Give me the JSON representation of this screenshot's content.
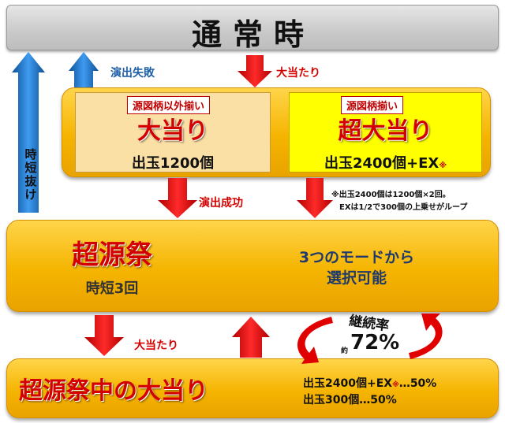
{
  "top": {
    "title": "通常時"
  },
  "labels": {
    "fail": "演出失敗",
    "hit_top": "大当たり",
    "success": "演出成功",
    "hit_bottom": "大当たり",
    "vertical": [
      "時",
      "短",
      "抜",
      "け"
    ]
  },
  "normal_jackpot": {
    "tag": "源図柄以外揃い",
    "title": "大当り",
    "payout": "出玉1200個"
  },
  "super_jackpot": {
    "tag": "源図柄揃い",
    "title": "超大当り",
    "payout": "出玉2400個+EX",
    "ref_mark": "※"
  },
  "note": {
    "line1": "※出玉2400個は1200個×2回。",
    "line2": "EXは1/2で300個の上乗せがループ"
  },
  "festival": {
    "title": "超源祭",
    "subtitle": "時短3回",
    "mode_line1": "3つのモードから",
    "mode_line2": "選択可能"
  },
  "continuation": {
    "label": "継続率",
    "prefix": "約",
    "value": "72%"
  },
  "final": {
    "title": "超源祭中の大当り",
    "line1_main": "出玉2400個+EX",
    "line1_ref": "※",
    "line1_rest": "…50%",
    "line2": "出玉300個…50%"
  },
  "colors": {
    "red_arrow": "#e00000",
    "blue_arrow": "#1e74c6",
    "orange_panel": "#f5b400",
    "yellow_box": "#ffff00"
  }
}
